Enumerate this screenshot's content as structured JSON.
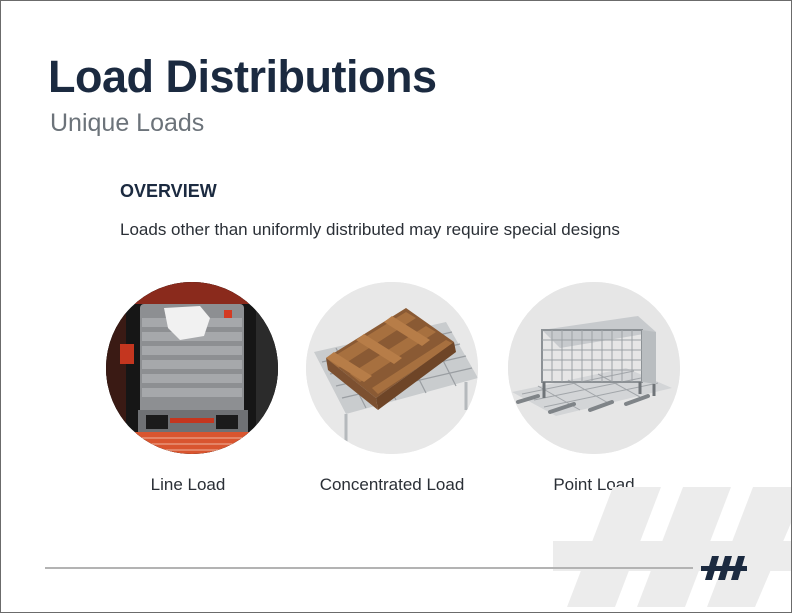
{
  "slide": {
    "title": "Load Distributions",
    "subtitle": "Unique Loads",
    "section_heading": "OVERVIEW",
    "body_text": "Loads other than uniformly distributed may require special designs",
    "load_types": [
      {
        "caption": "Line Load"
      },
      {
        "caption": "Concentrated Load"
      },
      {
        "caption": "Point Load"
      }
    ]
  },
  "colors": {
    "title": "#1b2a40",
    "subtitle": "#6c737a",
    "body": "#2a2f36",
    "divider": "#b3b3b3",
    "watermark": "#ececec",
    "logo": "#1b2a40"
  },
  "icons": {
    "logo": "brand-logo-icon",
    "watermark": "brand-watermark"
  }
}
